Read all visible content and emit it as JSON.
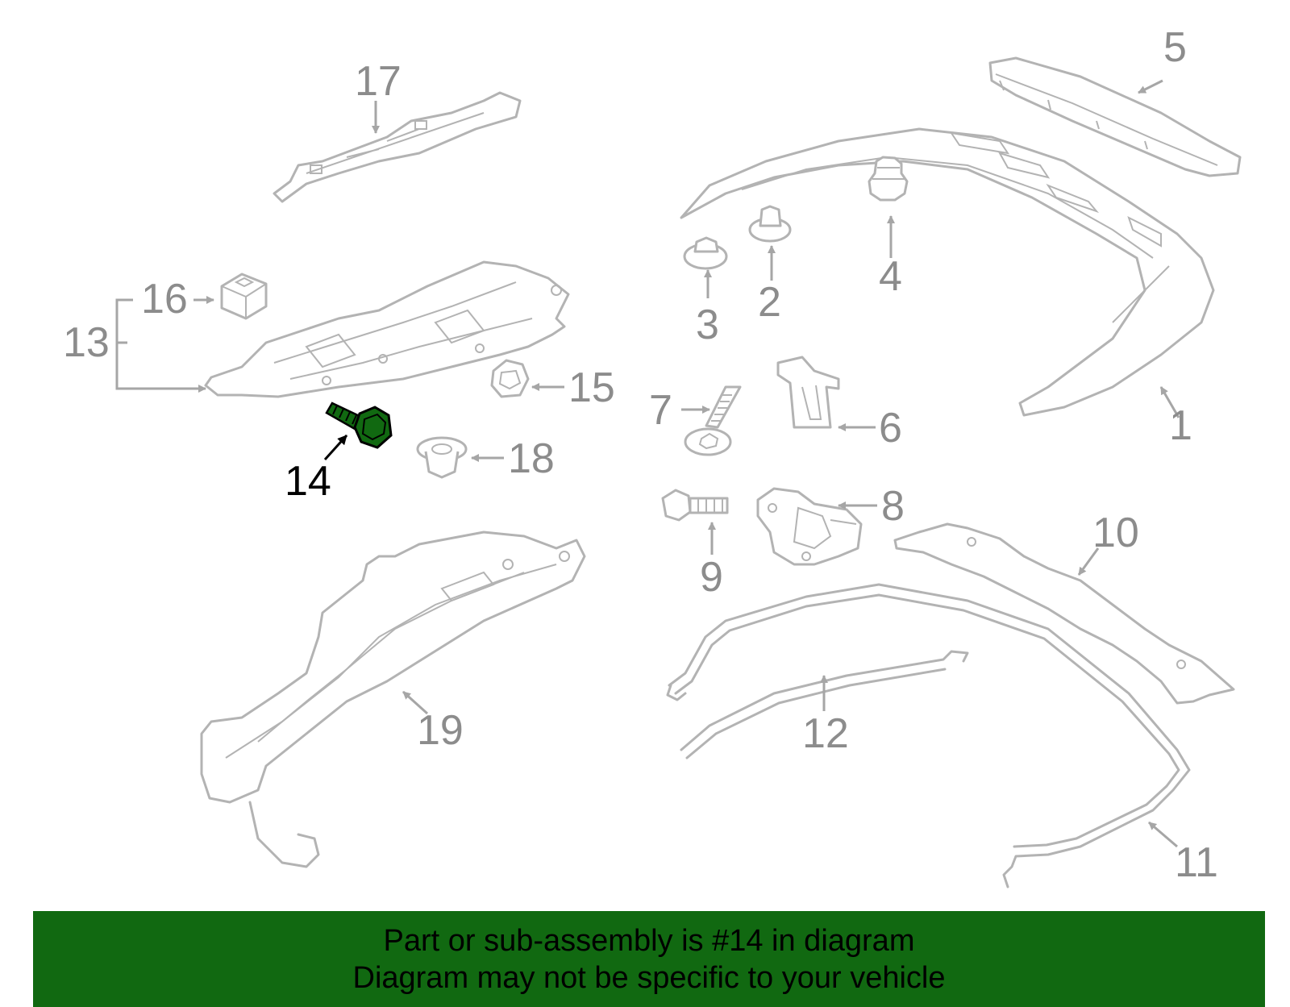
{
  "diagram": {
    "highlighted_part": "14",
    "colors": {
      "part_line": "#b3b3b3",
      "label": "#8c8c8c",
      "highlight_part": "#116911",
      "highlight_label": "#000000",
      "banner_bg": "#116911"
    },
    "callouts": {
      "c1": "1",
      "c2": "2",
      "c3": "3",
      "c4": "4",
      "c5": "5",
      "c6": "6",
      "c7": "7",
      "c8": "8",
      "c9": "9",
      "c10": "10",
      "c11": "11",
      "c12": "12",
      "c13": "13",
      "c14": "14",
      "c15": "15",
      "c16": "16",
      "c17": "17",
      "c18": "18",
      "c19": "19"
    }
  },
  "banner": {
    "line1": "Part or sub-assembly is #14 in diagram",
    "line2": "Diagram may not be specific to your vehicle"
  }
}
